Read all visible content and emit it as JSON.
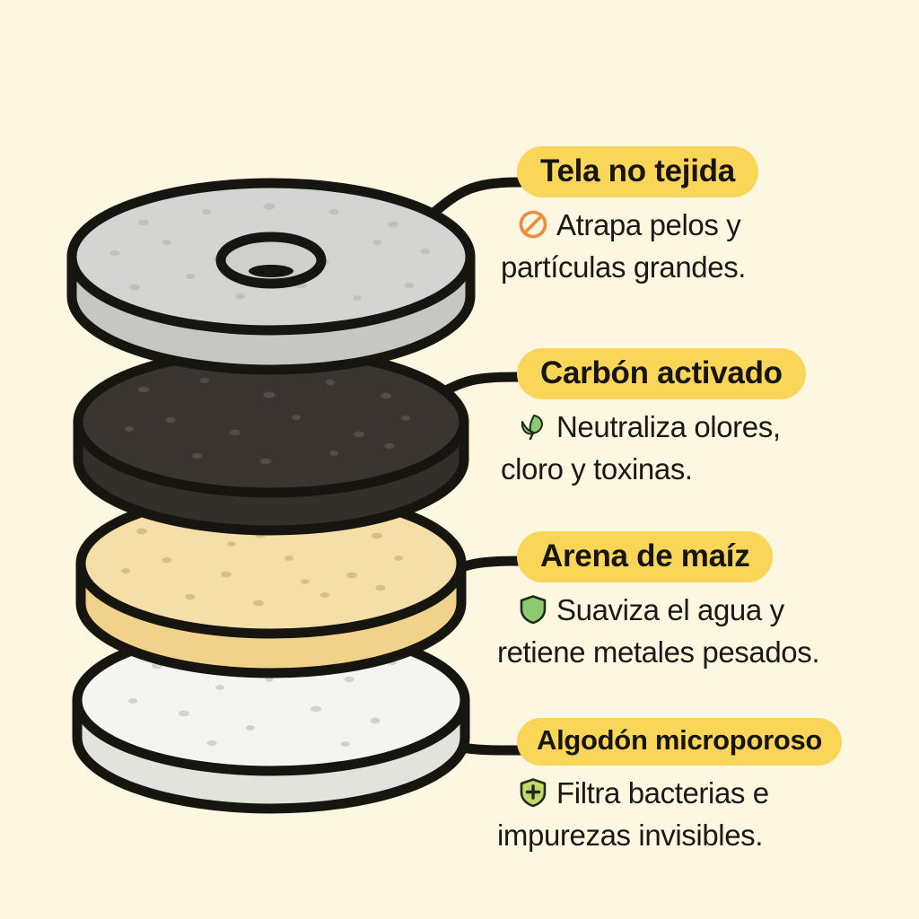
{
  "background_color": "#fdf6e0",
  "theme": {
    "pill_bg": "#f9d558",
    "pill_text": "#17150f",
    "body_text": "#1b1915",
    "outline": "#17150f"
  },
  "layers": [
    {
      "id": "tela-no-tejida",
      "title": "Tela no tejida",
      "icon": "prohibition-icon",
      "icon_color": "#ef8c3f",
      "desc_line1": "Atrapa pelos y",
      "desc_line2": "partículas grandes.",
      "disc_fill": "#d4d4d2",
      "disc_side": "#c6c6c3",
      "has_center_hole": true
    },
    {
      "id": "carbon-activado",
      "title": "Carbón activado",
      "icon": "leaf-icon",
      "icon_color": "#8cc971",
      "desc_line1": "Neutraliza olores,",
      "desc_line2": "cloro y toxinas.",
      "disc_fill": "#3a3531",
      "disc_side": "#332f2b",
      "has_center_hole": false
    },
    {
      "id": "arena-de-maiz",
      "title": "Arena de maíz",
      "icon": "shield-icon",
      "icon_color": "#8cc971",
      "desc_line1": "Suaviza el agua y",
      "desc_line2": "retiene metales pesados.",
      "disc_fill": "#f5dfa8",
      "disc_side": "#f0d28a",
      "has_center_hole": false
    },
    {
      "id": "algodon-microporoso",
      "title": "Algodón microporoso",
      "icon": "medical-shield-icon",
      "icon_color": "#c3d86a",
      "desc_line1": "Filtra bacterias e",
      "desc_line2": "impurezas invisibles.",
      "disc_fill": "#f4f4f1",
      "disc_side": "#e3e3de",
      "has_center_hole": false
    }
  ]
}
